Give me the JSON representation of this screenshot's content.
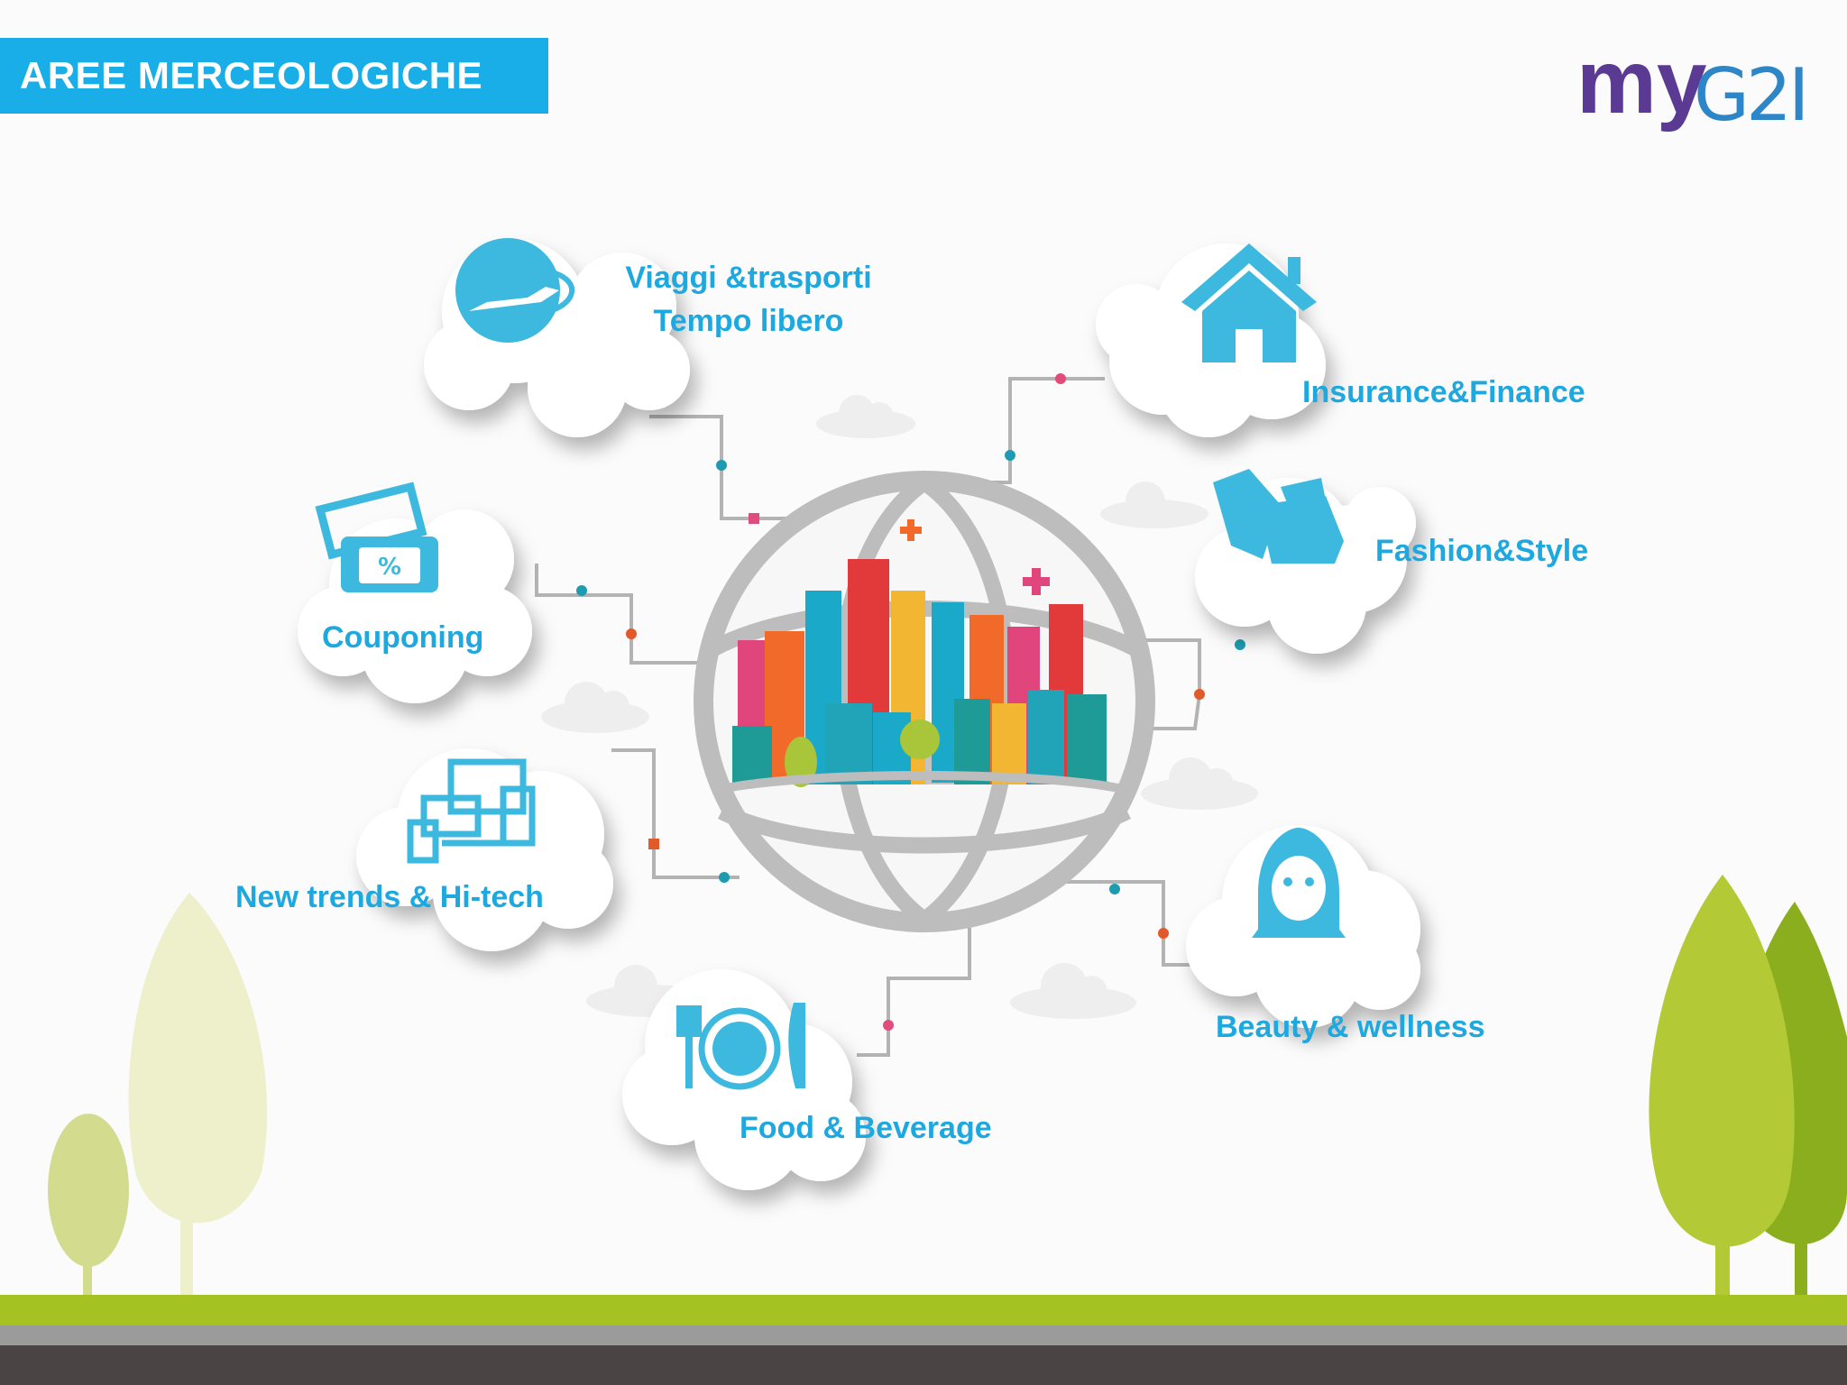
{
  "slide": {
    "title": "AREE MERCEOLOGICHE",
    "logo_main": "my",
    "logo_suffix": "G2I"
  },
  "categories": {
    "viaggi_line1": "Viaggi &trasporti",
    "viaggi_line2": "Tempo libero",
    "insurance": "Insurance&Finance",
    "fashion": "Fashion&Style",
    "couponing": "Couponing",
    "newtrends": "New trends & Hi-tech",
    "beauty": "Beauty & wellness",
    "food": "Food & Beverage"
  },
  "colors": {
    "accent": "#1aaee8",
    "label": "#1ea8e0",
    "icon": "#3db8de",
    "globe": "#bdbdbd",
    "grass": "#a4c322",
    "logo_purple": "#5a3a92",
    "logo_blue": "#2c86c8"
  },
  "icons": [
    "airplane-globe-icon",
    "house-icon",
    "clothes-icon",
    "coupon-icon",
    "devices-icon",
    "woman-face-icon",
    "plate-cutlery-icon",
    "globe-city-icon"
  ]
}
